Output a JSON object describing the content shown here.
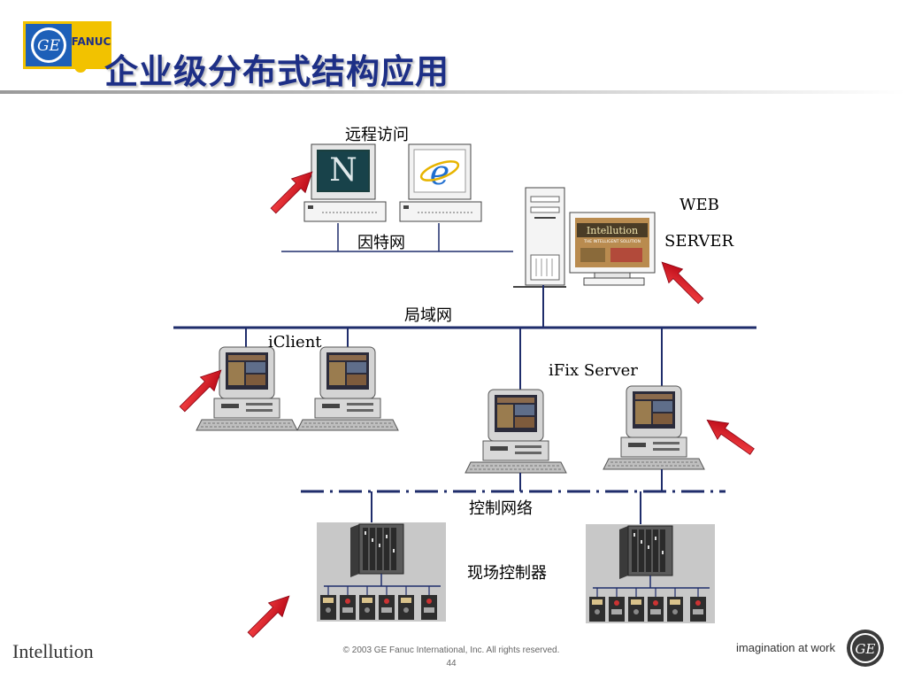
{
  "header": {
    "title": "企业级分布式结构应用",
    "logo_ge": "GE",
    "logo_fanuc": "FANUC"
  },
  "diagram": {
    "remote_access": "远程访问",
    "internet": "因特网",
    "web_server_line1": "WEB",
    "web_server_line2": "SERVER",
    "lan": "局域网",
    "iclient": "iClient",
    "ifix_server": "iFix Server",
    "control_network": "控制网络",
    "field_controller": "现场控制器",
    "screen_text_1": "Intellution",
    "screen_text_2": "THE INTELLIGENT SOLUTION"
  },
  "footer": {
    "brand": "Intellution",
    "copyright": "© 2003 GE Fanuc International, Inc. All rights reserved.",
    "page_number": "44",
    "tagline": "imagination at work",
    "ge_logo": "GE"
  },
  "colors": {
    "title": "#1d2f86",
    "network_line": "#1f2d6b",
    "arrow": "#d9141c",
    "fanuc_yellow": "#f2c200",
    "ge_blue": "#1d5fb8"
  },
  "icons": [
    "ge-logo-icon",
    "fanuc-logo-icon",
    "netscape-icon",
    "ie-icon",
    "arrow-icon",
    "computer-icon",
    "plc-rack-icon"
  ]
}
